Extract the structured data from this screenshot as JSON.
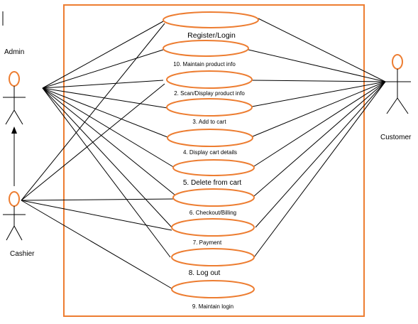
{
  "diagram": {
    "colors": {
      "accent": "#ed7d31",
      "line": "#000000"
    },
    "actors": {
      "admin": "Admin",
      "cashier": "Cashier",
      "customer": "Customer"
    },
    "use_cases": [
      "Register/Login",
      "10. Maintain product info",
      "2. Scan/Display product info",
      "3. Add to cart",
      "4. Display cart details",
      "5. Delete from cart",
      "6. Checkout/Billing",
      "7. Payment",
      "8. Log out",
      "9. Maintain login"
    ]
  }
}
